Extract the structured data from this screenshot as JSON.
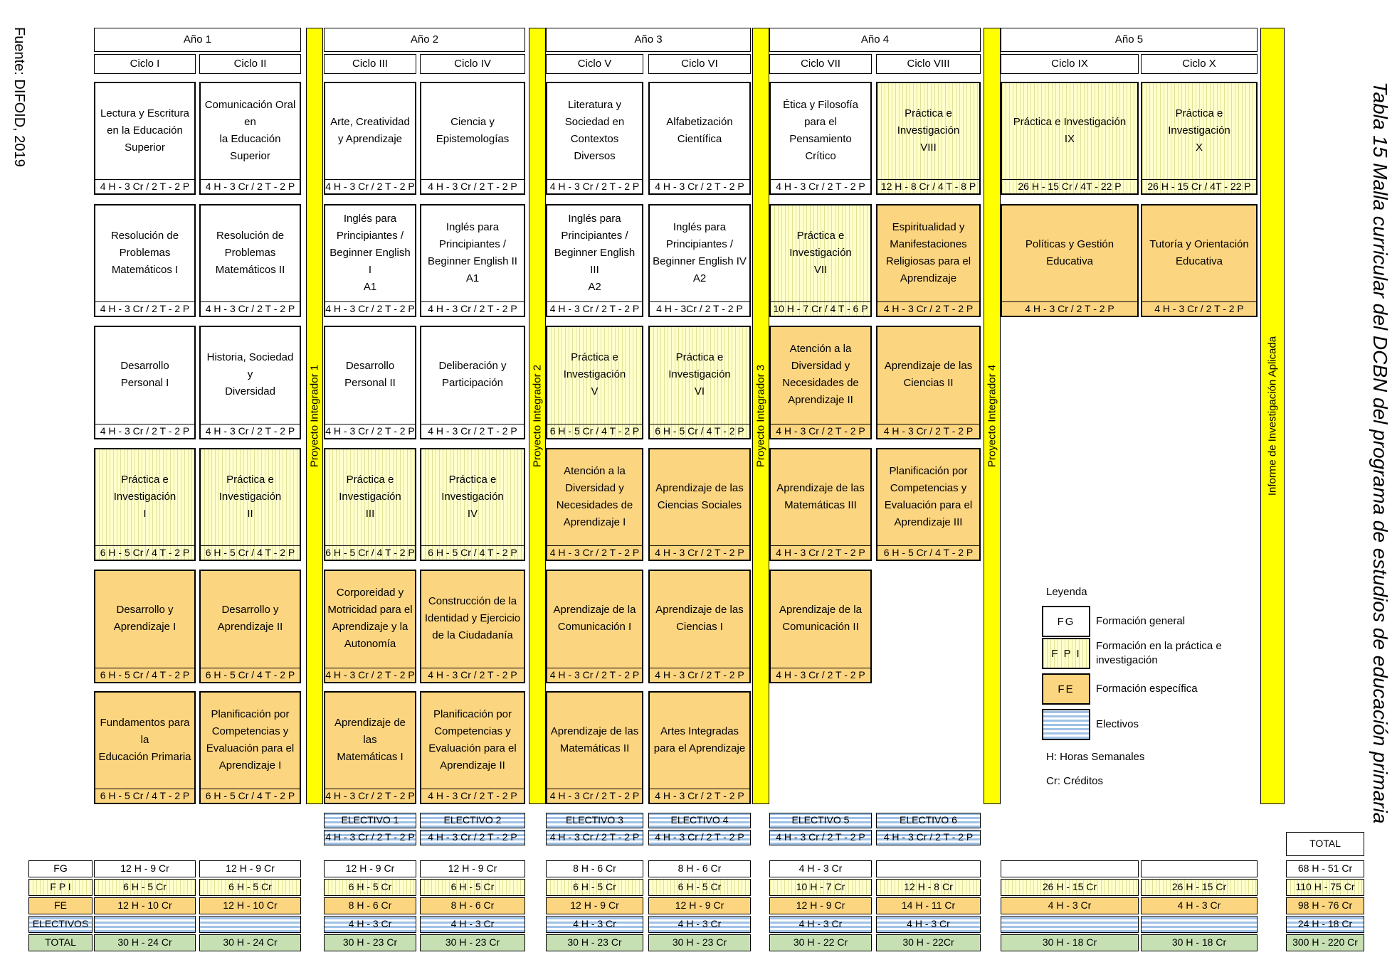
{
  "source": "Fuente: DIFOID, 2019",
  "table_title": "Tabla 15 Malla curricular del DCBN del programa de estudios de educación primaria",
  "years": [
    "Año 1",
    "Año 2",
    "Año 3",
    "Año 4",
    "Año 5"
  ],
  "cycles": [
    "Ciclo I",
    "Ciclo II",
    "Ciclo III",
    "Ciclo IV",
    "Ciclo V",
    "Ciclo VI",
    "Ciclo VII",
    "Ciclo VIII",
    "Ciclo IX",
    "Ciclo X"
  ],
  "integradores": [
    "Proyecto Integrador 1",
    "Proyecto Integrador 2",
    "Proyecto Integrador 3",
    "Proyecto Integrador 4"
  ],
  "informe": "Informe de Investigación Aplicada",
  "courses": [
    [
      {
        "t": "Lectura y Escritura\nen la Educación\nSuperior",
        "h": "4 H - 3 Cr / 2 T - 2 P",
        "c": "fg"
      },
      {
        "t": "Resolución de\nProblemas\nMatemáticos I",
        "h": "4 H - 3 Cr / 2 T - 2 P",
        "c": "fg"
      },
      {
        "t": "Desarrollo\nPersonal I",
        "h": "4 H - 3 Cr / 2 T - 2 P",
        "c": "fg"
      },
      {
        "t": "Práctica e\nInvestigación\nI",
        "h": "6 H - 5 Cr / 4 T - 2 P",
        "c": "fpi"
      },
      {
        "t": "Desarrollo y\nAprendizaje I",
        "h": "6 H - 5 Cr / 4 T - 2 P",
        "c": "fe"
      },
      {
        "t": "Fundamentos para la\nEducación Primaria",
        "h": "6 H - 5 Cr / 4 T - 2 P",
        "c": "fe"
      }
    ],
    [
      {
        "t": "Comunicación Oral en\nla Educación\nSuperior",
        "h": "4 H - 3 Cr / 2 T - 2 P",
        "c": "fg"
      },
      {
        "t": "Resolución de\nProblemas\nMatemáticos II",
        "h": "4 H - 3 Cr / 2 T - 2 P",
        "c": "fg"
      },
      {
        "t": "Historia, Sociedad y\nDiversidad",
        "h": "4 H - 3 Cr / 2 T - 2 P",
        "c": "fg"
      },
      {
        "t": "Práctica e\nInvestigación\nII",
        "h": "6 H - 5 Cr / 4 T - 2 P",
        "c": "fpi"
      },
      {
        "t": "Desarrollo y\nAprendizaje II",
        "h": "6 H - 5 Cr / 4 T - 2 P",
        "c": "fe"
      },
      {
        "t": "Planificación por\nCompetencias y\nEvaluación para el\nAprendizaje I",
        "h": "6 H - 5 Cr / 4 T - 2 P",
        "c": "fe"
      }
    ],
    [
      {
        "t": "Arte, Creatividad\ny Aprendizaje",
        "h": "4 H - 3 Cr / 2 T - 2 P",
        "c": "fg"
      },
      {
        "t": "Inglés para\nPrincipiantes /\nBeginner English I\nA1",
        "h": "4 H - 3 Cr / 2 T - 2 P",
        "c": "fg"
      },
      {
        "t": "Desarrollo\nPersonal II",
        "h": "4 H - 3 Cr / 2 T - 2 P",
        "c": "fg"
      },
      {
        "t": "Práctica e\nInvestigación\nIII",
        "h": "6 H - 5 Cr / 4 T - 2 P",
        "c": "fpi"
      },
      {
        "t": "Corporeidad y\nMotricidad para el\nAprendizaje y la\nAutonomía",
        "h": "4 H - 3 Cr / 2 T - 2 P",
        "c": "fe"
      },
      {
        "t": "Aprendizaje de las\nMatemáticas I",
        "h": "4 H - 3 Cr / 2 T - 2 P",
        "c": "fe"
      }
    ],
    [
      {
        "t": "Ciencia y\nEpistemologías",
        "h": "4 H - 3 Cr / 2 T - 2 P",
        "c": "fg"
      },
      {
        "t": "Inglés para\nPrincipiantes /\nBeginner English II\nA1",
        "h": "4 H - 3 Cr / 2 T - 2 P",
        "c": "fg"
      },
      {
        "t": "Deliberación y\nParticipación",
        "h": "4 H - 3 Cr / 2 T - 2 P",
        "c": "fg"
      },
      {
        "t": "Práctica e\nInvestigación\nIV",
        "h": "6 H - 5 Cr / 4 T - 2 P",
        "c": "fpi"
      },
      {
        "t": "Construcción de la\nIdentidad y Ejercicio\nde la Ciudadanía",
        "h": "4 H - 3 Cr / 2 T - 2 P",
        "c": "fe"
      },
      {
        "t": "Planificación por\nCompetencias y\nEvaluación para el\nAprendizaje II",
        "h": "4 H - 3 Cr / 2 T - 2 P",
        "c": "fe"
      }
    ],
    [
      {
        "t": "Literatura y\nSociedad en\nContextos\nDiversos",
        "h": "4 H - 3 Cr / 2 T - 2 P",
        "c": "fg"
      },
      {
        "t": "Inglés para\nPrincipiantes /\nBeginner English III\nA2",
        "h": "4 H - 3 Cr / 2 T - 2 P",
        "c": "fg"
      },
      {
        "t": "Práctica e\nInvestigación\nV",
        "h": "6 H - 5 Cr / 4 T - 2 P",
        "c": "fpi"
      },
      {
        "t": "Atención a la\nDiversidad y\nNecesidades de\nAprendizaje I",
        "h": "4 H - 3 Cr / 2 T - 2 P",
        "c": "fe"
      },
      {
        "t": "Aprendizaje de la\nComunicación I",
        "h": "4 H - 3 Cr / 2 T - 2 P",
        "c": "fe"
      },
      {
        "t": "Aprendizaje de las\nMatemáticas II",
        "h": "4 H - 3 Cr / 2 T - 2 P",
        "c": "fe"
      }
    ],
    [
      {
        "t": "Alfabetización\nCientífica",
        "h": "4 H - 3 Cr / 2 T - 2 P",
        "c": "fg"
      },
      {
        "t": "Inglés para\nPrincipiantes /\nBeginner English IV\nA2",
        "h": "4 H - 3Cr / 2 T - 2 P",
        "c": "fg"
      },
      {
        "t": "Práctica e\nInvestigación\nVI",
        "h": "6 H - 5 Cr / 4 T - 2 P",
        "c": "fpi"
      },
      {
        "t": "Aprendizaje de las\nCiencias Sociales",
        "h": "4 H - 3 Cr / 2 T - 2 P",
        "c": "fe"
      },
      {
        "t": "Aprendizaje de las\nCiencias I",
        "h": "4 H - 3 Cr / 2 T - 2 P",
        "c": "fe"
      },
      {
        "t": "Artes Integradas\npara el Aprendizaje",
        "h": "4 H - 3 Cr / 2 T - 2 P",
        "c": "fe"
      }
    ],
    [
      {
        "t": "Ética y Filosofía\npara el Pensamiento\nCrítico",
        "h": "4 H - 3 Cr / 2 T - 2 P",
        "c": "fg"
      },
      {
        "t": "Práctica e\nInvestigación\nVII",
        "h": "10 H - 7 Cr / 4 T - 6 P",
        "c": "fpi"
      },
      {
        "t": "Atención a la\nDiversidad y\nNecesidades de\nAprendizaje II",
        "h": "4 H - 3 Cr / 2 T - 2 P",
        "c": "fe"
      },
      {
        "t": "Aprendizaje de las\nMatemáticas III",
        "h": "4 H - 3 Cr / 2 T - 2 P",
        "c": "fe"
      },
      {
        "t": "Aprendizaje de la\nComunicación II",
        "h": "4 H - 3 Cr / 2 T - 2 P",
        "c": "fe"
      }
    ],
    [
      {
        "t": "Práctica e\nInvestigación\nVIII",
        "h": "12 H - 8 Cr / 4 T - 8 P",
        "c": "fpi"
      },
      {
        "t": "Espiritualidad y\nManifestaciones\nReligiosas para el\nAprendizaje",
        "h": "4 H - 3 Cr / 2 T - 2 P",
        "c": "fe"
      },
      {
        "t": "Aprendizaje de las\nCiencias II",
        "h": "4 H - 3 Cr / 2 T - 2 P",
        "c": "fe"
      },
      {
        "t": "Planificación por\nCompetencias y\nEvaluación para el\nAprendizaje III",
        "h": "6 H - 5 Cr / 4 T - 2 P",
        "c": "fe"
      }
    ],
    [
      {
        "t": "Práctica e Investigación\nIX",
        "h": "26 H - 15 Cr / 4T - 22 P",
        "c": "fpi"
      },
      {
        "t": "Políticas y Gestión\nEducativa",
        "h": "4 H - 3 Cr / 2 T - 2 P",
        "c": "fe"
      }
    ],
    [
      {
        "t": "Práctica e Investigación\nX",
        "h": "26 H - 15 Cr / 4T - 22 P",
        "c": "fpi"
      },
      {
        "t": "Tutoría y Orientación\nEducativa",
        "h": "4 H - 3 Cr / 2 T - 2 P",
        "c": "fe"
      }
    ]
  ],
  "electivos": [
    {
      "name": "ELECTIVO 1",
      "h": "4 H - 3 Cr / 2 T - 2 P"
    },
    {
      "name": "ELECTIVO 2",
      "h": "4 H - 3 Cr / 2 T - 2 P"
    },
    {
      "name": "ELECTIVO 3",
      "h": "4 H - 3 Cr / 2 T - 2 P"
    },
    {
      "name": "ELECTIVO 4",
      "h": "4 H - 3 Cr / 2 T - 2 P"
    },
    {
      "name": "ELECTIVO 5",
      "h": "4 H - 3 Cr / 2 T - 2 P"
    },
    {
      "name": "ELECTIVO 6",
      "h": "4 H - 3 Cr / 2 T - 2 P"
    }
  ],
  "legend": {
    "title": "Leyenda",
    "items": [
      {
        "code": "FG",
        "label": "Formación general",
        "c": "fg"
      },
      {
        "code": "F P I",
        "label": "Formación en la práctica e\ninvestigación",
        "c": "fpi"
      },
      {
        "code": "FE",
        "label": "Formación específica",
        "c": "fe"
      },
      {
        "code": "",
        "label": "Electivos",
        "c": "el"
      }
    ],
    "notes": [
      "H: Horas Semanales",
      "Cr: Créditos"
    ]
  },
  "summary": {
    "row_labels": [
      "FG",
      "F P I",
      "FE",
      "ELECTIVOS",
      "TOTAL"
    ],
    "total_header": "TOTAL",
    "columns": [
      [
        "12 H - 9 Cr",
        "6 H - 5 Cr",
        "12 H - 10 Cr",
        "",
        "30 H - 24 Cr"
      ],
      [
        "12 H - 9 Cr",
        "6 H - 5 Cr",
        "12 H - 10 Cr",
        "",
        "30 H - 24 Cr"
      ],
      [
        "12 H - 9 Cr",
        "6 H - 5 Cr",
        "8 H - 6 Cr",
        "4 H - 3 Cr",
        "30 H - 23 Cr"
      ],
      [
        "12 H - 9 Cr",
        "6 H - 5 Cr",
        "8 H - 6 Cr",
        "4 H - 3 Cr",
        "30 H - 23 Cr"
      ],
      [
        "8 H - 6 Cr",
        "6 H - 5 Cr",
        "12 H - 9 Cr",
        "4 H - 3 Cr",
        "30 H - 23 Cr"
      ],
      [
        "8 H - 6 Cr",
        "6 H - 5 Cr",
        "12 H - 9 Cr",
        "4 H - 3 Cr",
        "30 H - 23 Cr"
      ],
      [
        "4 H - 3 Cr",
        "10 H - 7 Cr",
        "12 H - 9 Cr",
        "4 H - 3 Cr",
        "30 H - 22 Cr"
      ],
      [
        "",
        "12 H - 8 Cr",
        "14 H - 11 Cr",
        "4 H - 3 Cr",
        "30 H - 22Cr"
      ],
      [
        "",
        "26 H - 15 Cr",
        "4 H - 3 Cr",
        "",
        "30 H - 18 Cr"
      ],
      [
        "",
        "26 H - 15 Cr",
        "4 H - 3 Cr",
        "",
        "30 H - 18 Cr"
      ]
    ],
    "totals": [
      "68 H - 51 Cr",
      "110 H - 75 Cr",
      "98 H - 76 Cr",
      "24 H - 18 Cr",
      "300 H - 220 Cr"
    ]
  }
}
